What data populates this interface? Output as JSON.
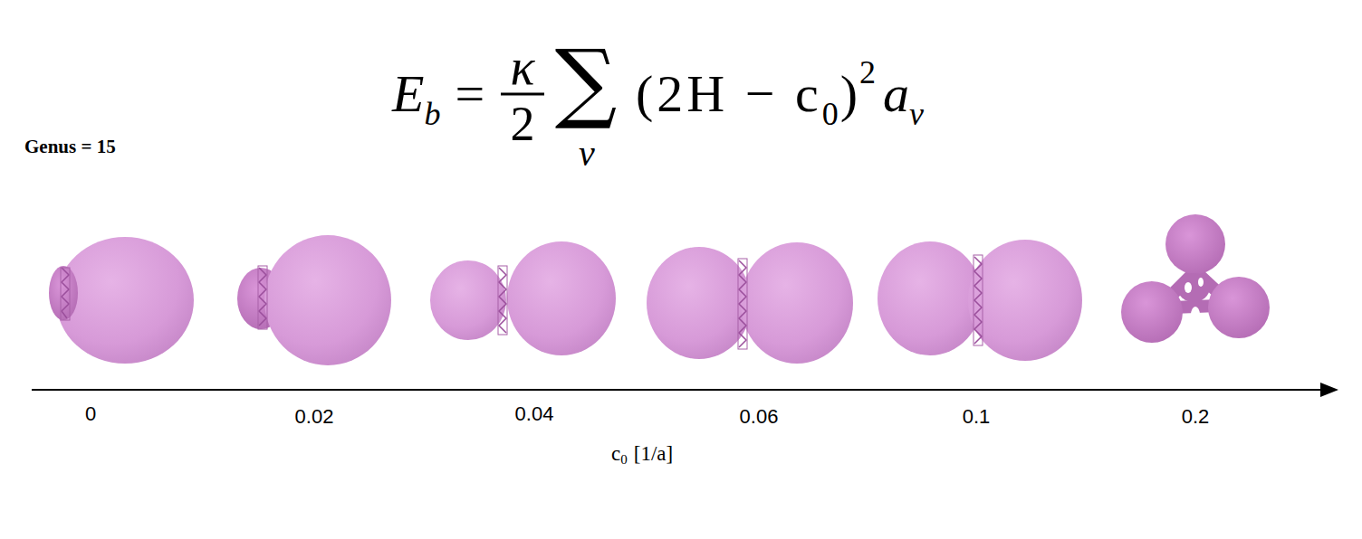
{
  "diagram": {
    "labels": [
      "E",
      "b",
      "=",
      "κ",
      "2",
      "∑",
      "v",
      "(2H − c",
      "0",
      ")",
      "2",
      "a",
      "v",
      "Genus = 15",
      "0",
      "0.02",
      "0.04",
      "0.06",
      "0.1",
      "0.2",
      "c",
      "0",
      "[1/a]"
    ]
  }
}
